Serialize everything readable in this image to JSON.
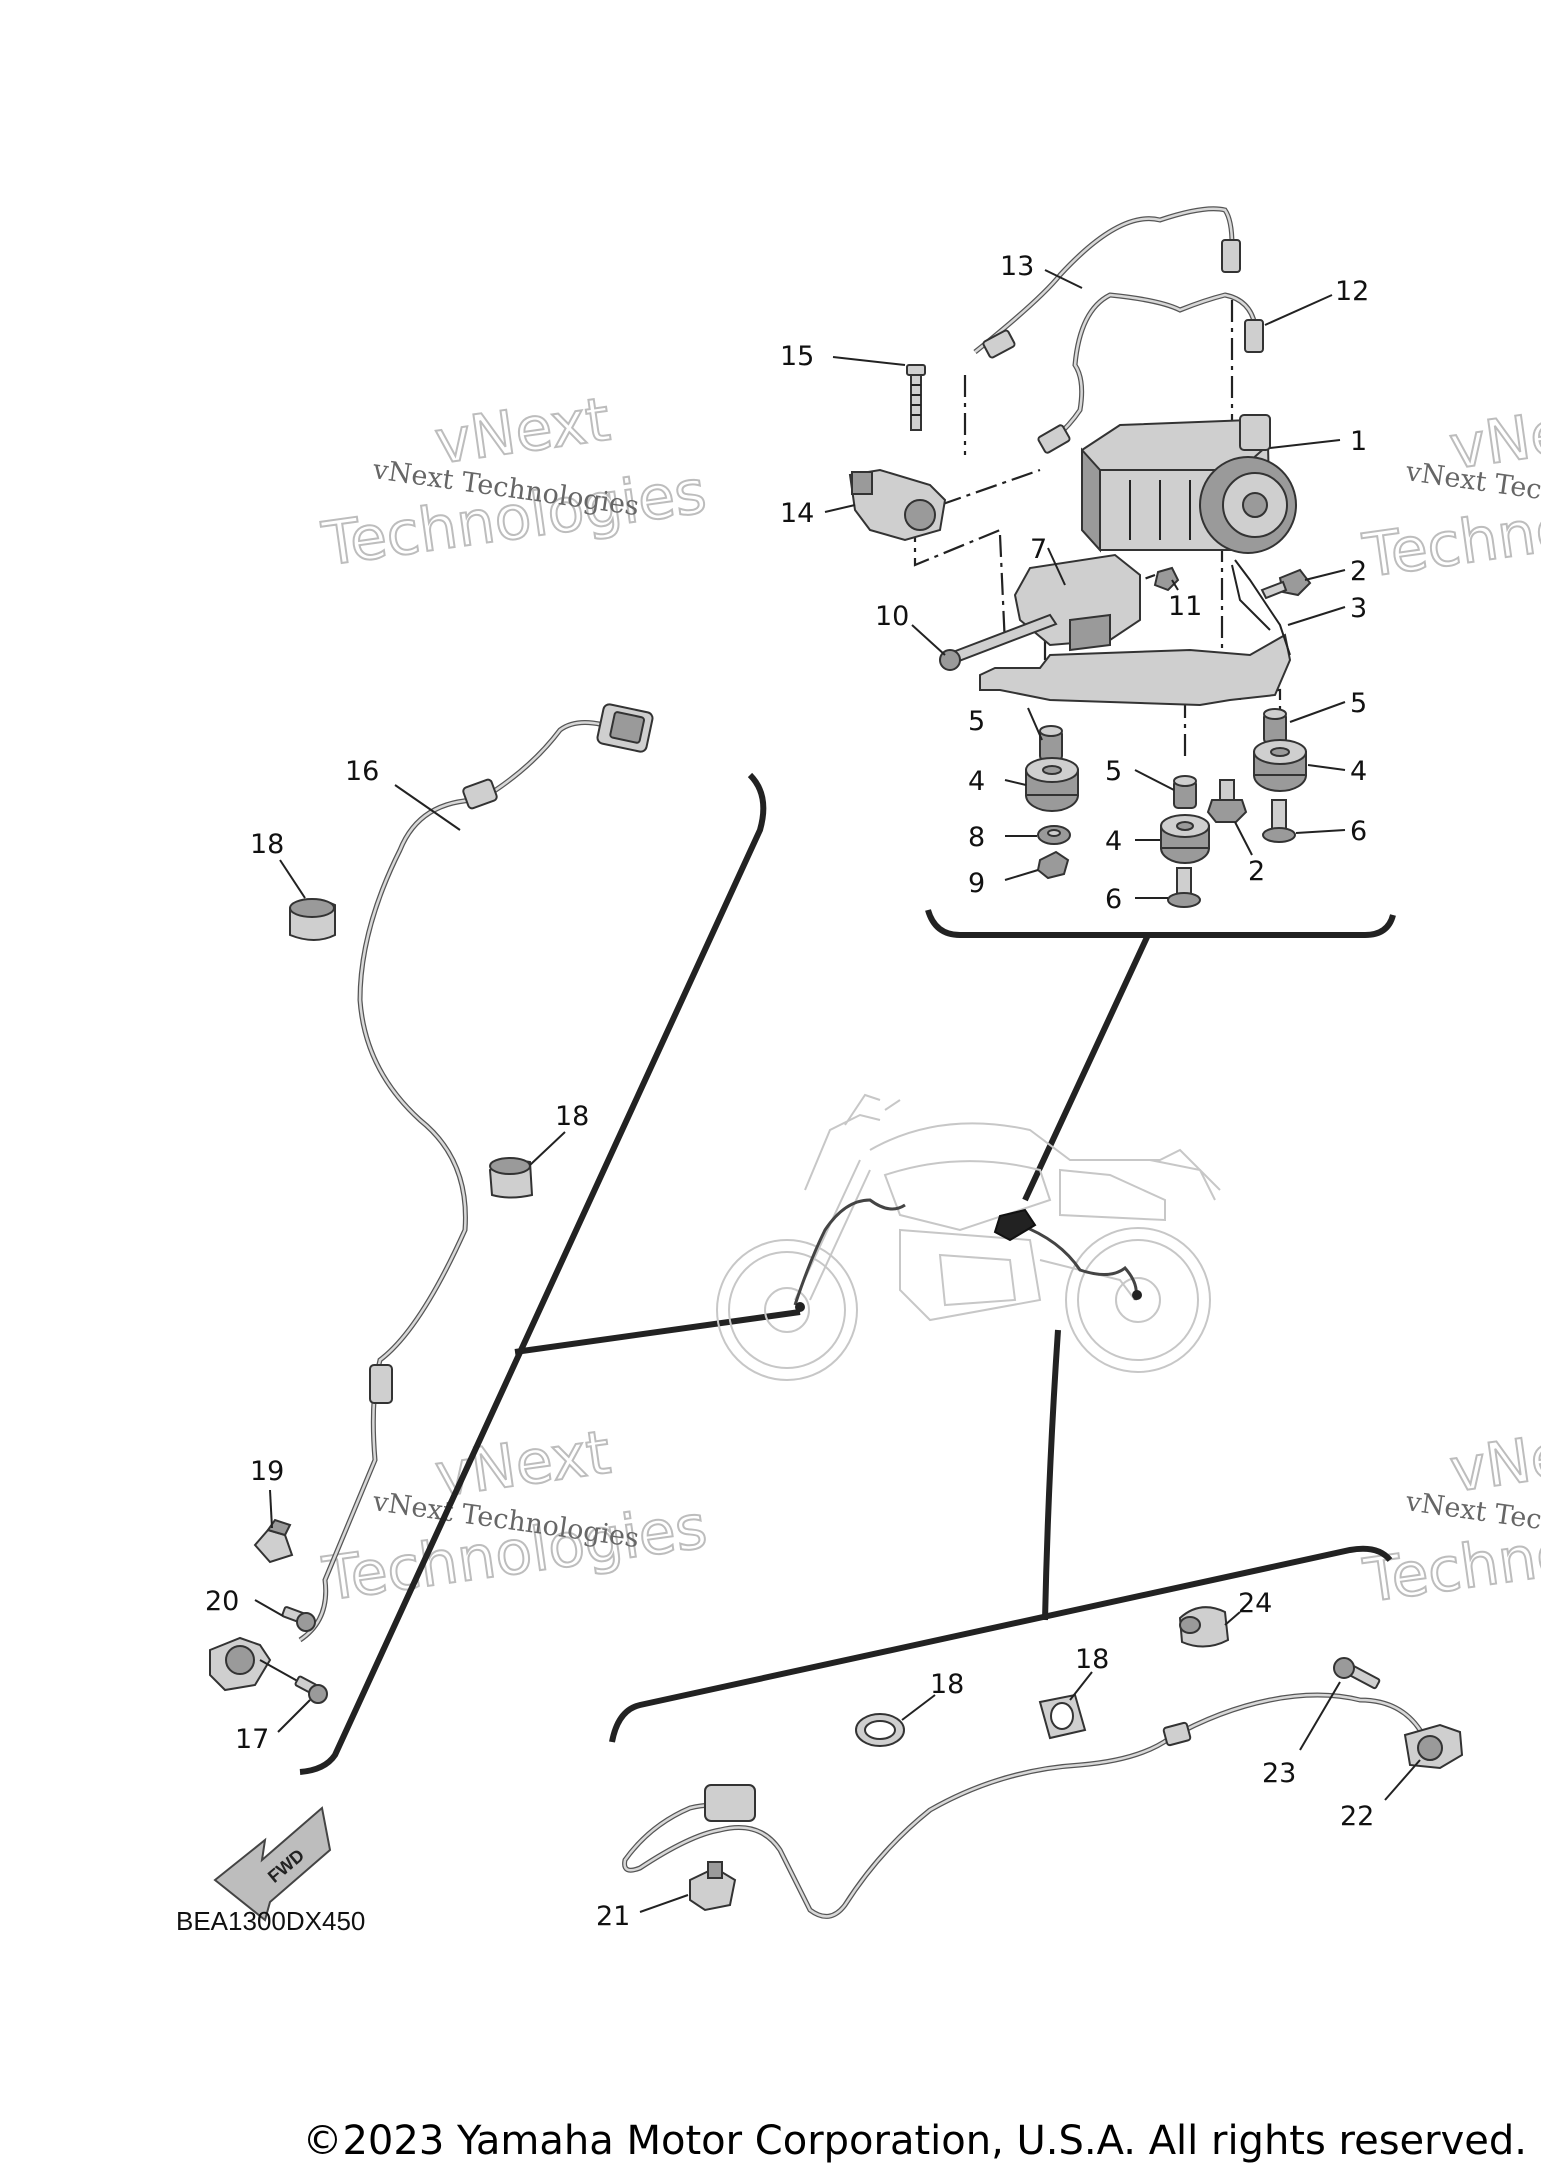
{
  "watermark": {
    "line1": "vNext Technologies",
    "line2_a": "vNext",
    "line2_b": "Technologies",
    "partial_line1": "vNext Tec",
    "partial_line2_a": "vNe",
    "partial_line2_b": "Techno"
  },
  "drawing_code": "BEA1300DX450",
  "fwd_label": "FWD",
  "copyright": "©2023 Yamaha Motor Corporation, U.S.A. All rights reserved.",
  "callouts": {
    "c1": "1",
    "c2a": "2",
    "c2b": "2",
    "c3": "3",
    "c4a": "4",
    "c4b": "4",
    "c4c": "4",
    "c5a": "5",
    "c5b": "5",
    "c5c": "5",
    "c6a": "6",
    "c6b": "6",
    "c7": "7",
    "c8": "8",
    "c9": "9",
    "c10": "10",
    "c11": "11",
    "c12": "12",
    "c13": "13",
    "c14": "14",
    "c15": "15",
    "c16": "16",
    "c17": "17",
    "c18a": "18",
    "c18b": "18",
    "c18c": "18",
    "c18d": "18",
    "c19": "19",
    "c20": "20",
    "c21": "21",
    "c22": "22",
    "c23": "23",
    "c24": "24"
  }
}
